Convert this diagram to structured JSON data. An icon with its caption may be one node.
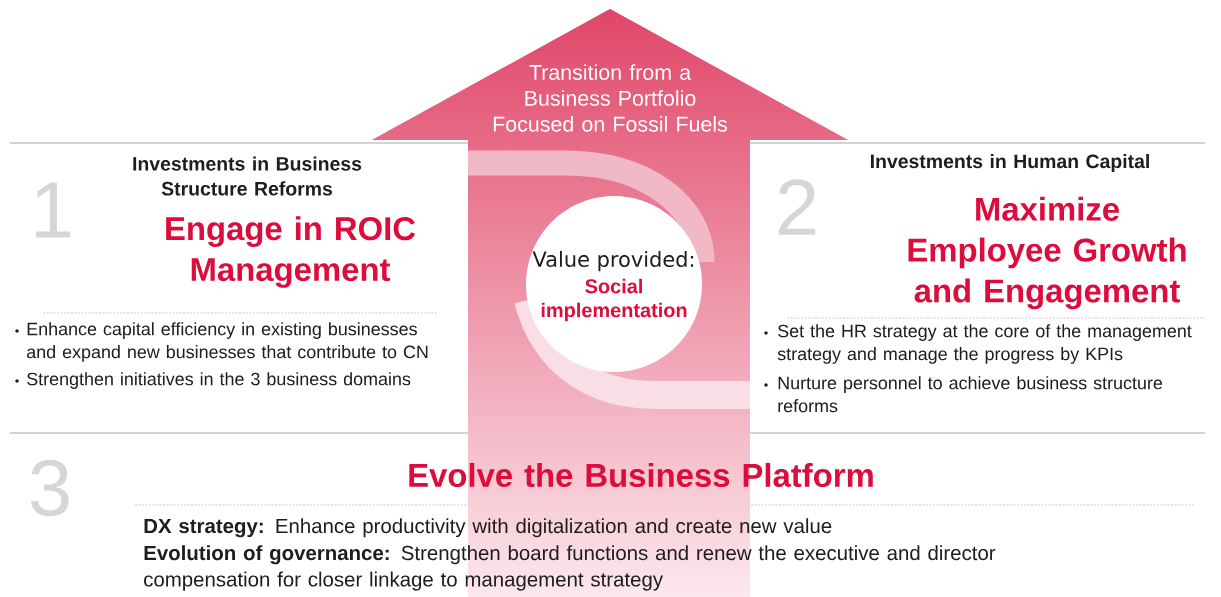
{
  "diagram": {
    "nodes": [
      {
        "text": [
          "Transition from a Business Portfolio Focused on Fossil Fuels"
        ]
      },
      {
        "text": [
          "Value provided:",
          "Social implementation"
        ],
        "in": 0
      },
      {
        "text": [
          "1",
          "Investments in Business Structure Reforms",
          "Engage in ROIC Management",
          "Enhance capital efficiency in existing businesses and expand new businesses that contribute to CN",
          "Strengthen initiatives in the 3 business domains"
        ]
      },
      {
        "text": [
          "2",
          "Investments in Human Capital",
          "Maximize Employee Growth and Engagement",
          "Set the HR strategy at the core of the management strategy and manage the progress by KPIs",
          "Nurture personnel to achieve business structure reforms"
        ]
      },
      {
        "text": [
          "3",
          "Evolve the Business Platform",
          "**DX strategy:** Enhance productivity with digitalization and create new value",
          "**Evolution of governance:** Strengthen board functions and renew the executive and director compensation for closer linkage to management strategy"
        ]
      }
    ]
  }
}
